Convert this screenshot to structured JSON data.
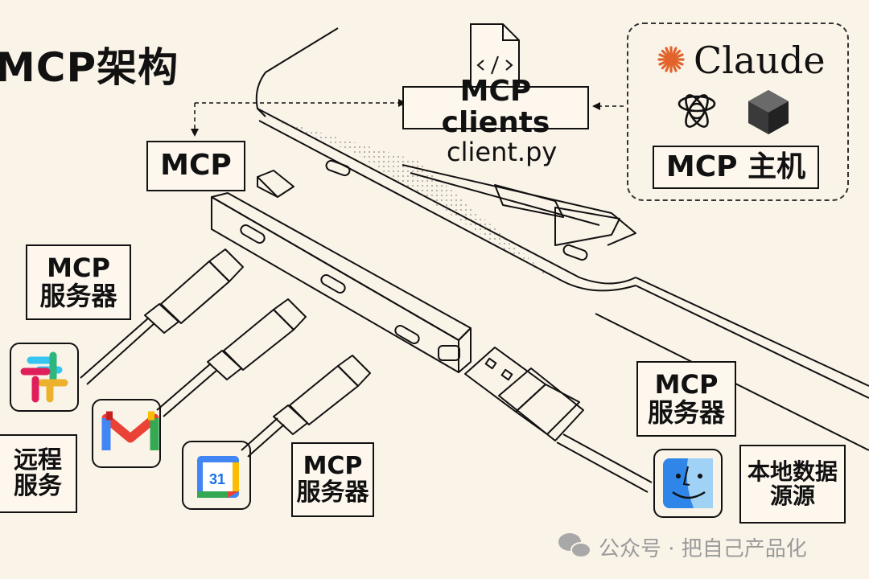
{
  "title": "MCP架构",
  "labels": {
    "mcp_clients": "MCP clients",
    "client_file": "client.py",
    "mcp": "MCP",
    "claude": "Claude",
    "mcp_host": "MCP 主机",
    "server_top_left_line1": "MCP",
    "server_top_left_line2": "服务器",
    "remote_line1": "远程",
    "remote_line2": "服务",
    "server_bottom_line1": "MCP",
    "server_bottom_line2": "服务器",
    "server_right_line1": "MCP",
    "server_right_line2": "服务器",
    "local_line1": "本地数据",
    "local_line2": "源源"
  },
  "calendar_day": "31",
  "watermark": "公众号 · 把自己产品化",
  "icons": {
    "code_file": "code-file-icon",
    "claude_logo": "claude-sunburst-icon",
    "openai_logo": "openai-icon",
    "model_logo": "hexagon-model-icon",
    "slack": "slack-icon",
    "gmail": "gmail-icon",
    "calendar": "google-calendar-icon",
    "finder": "finder-icon",
    "wechat": "wechat-icon"
  },
  "colors": {
    "background": "#faf3e8",
    "claude_orange": "#e2642c",
    "gmail_red": "#ea4335",
    "finder_blue": "#2f86e8"
  }
}
